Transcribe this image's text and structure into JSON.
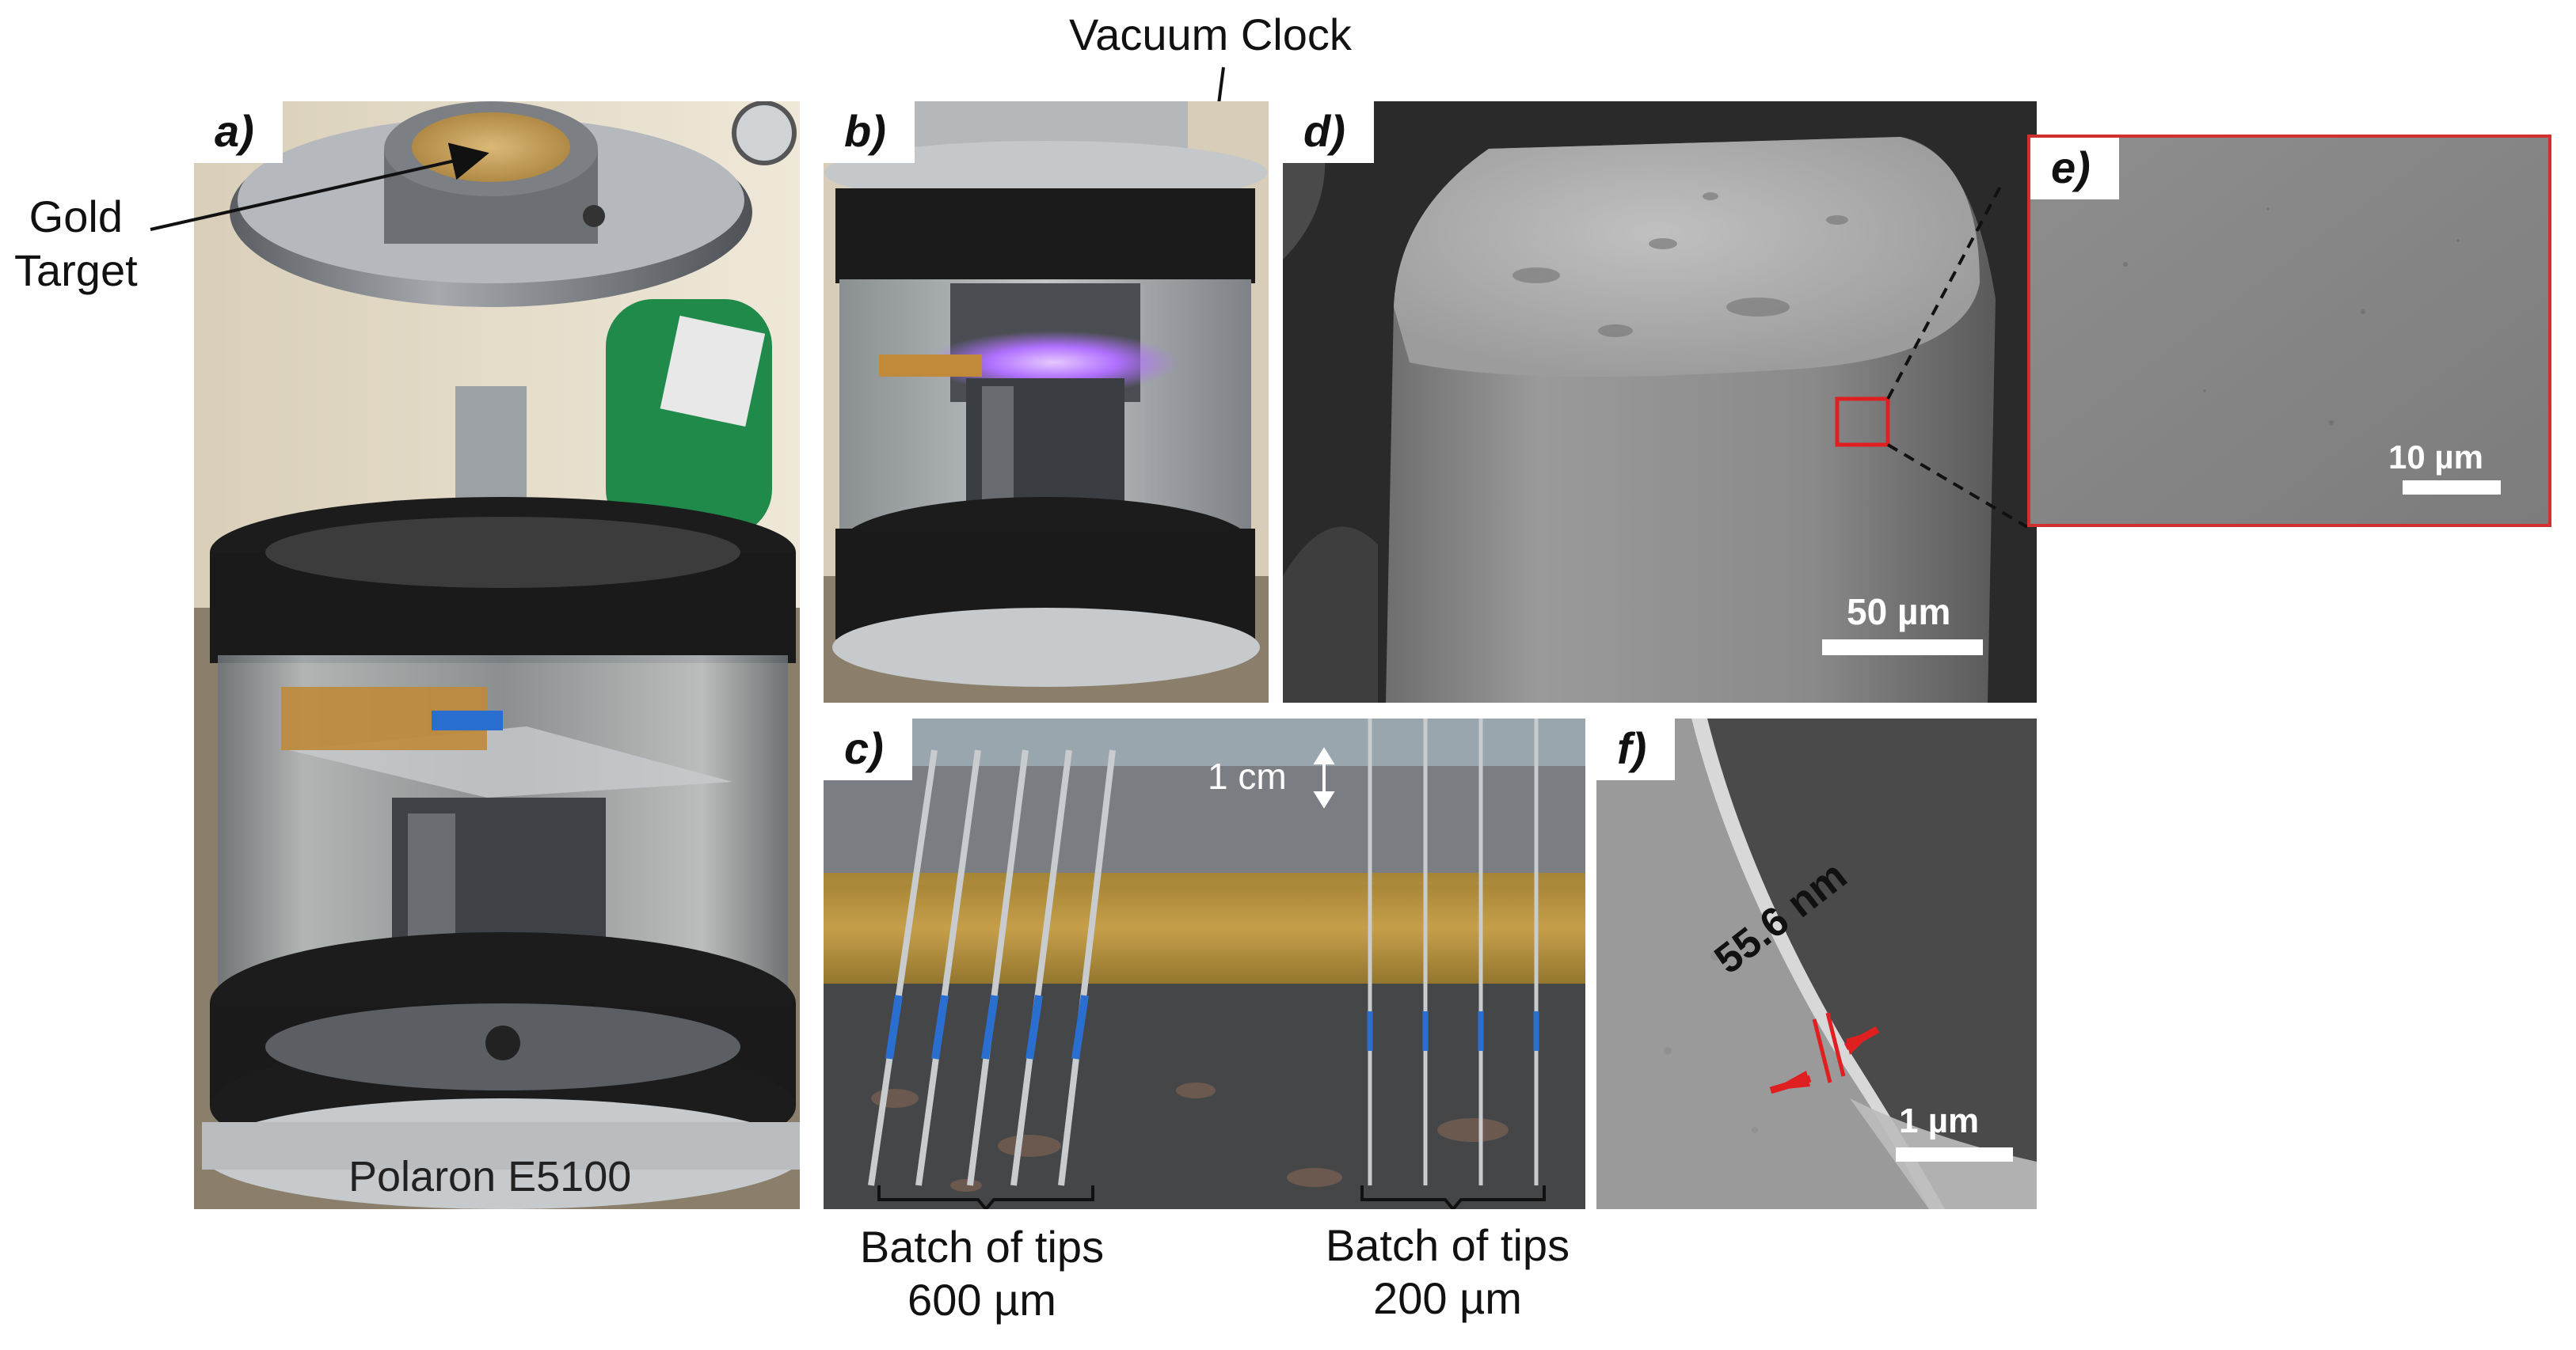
{
  "panels": {
    "a": {
      "tag": "a)",
      "caption": "Polaron E5100"
    },
    "b": {
      "tag": "b)"
    },
    "c": {
      "tag": "c)",
      "scale_label": "1 cm"
    },
    "d": {
      "tag": "d)",
      "scale_label": "50 µm"
    },
    "e": {
      "tag": "e)",
      "scale_label": "10 µm"
    },
    "f": {
      "tag": "f)",
      "scale_label": "1 µm",
      "measurement": "55.6 nm"
    }
  },
  "annotations": {
    "gold_target": [
      "Gold",
      "Target"
    ],
    "vacuum_clock": "Vacuum Clock",
    "batch_600": [
      "Batch of tips",
      "600 µm"
    ],
    "batch_200": [
      "Batch of tips",
      "200 µm"
    ]
  },
  "colors": {
    "gold": "#c49a4e",
    "plasma": "#b070ff",
    "sem_gray": "#8a8a8a",
    "kapton": "#c89a3a",
    "tip_blue": "#2a6fd0",
    "marker_red": "#e02020"
  }
}
